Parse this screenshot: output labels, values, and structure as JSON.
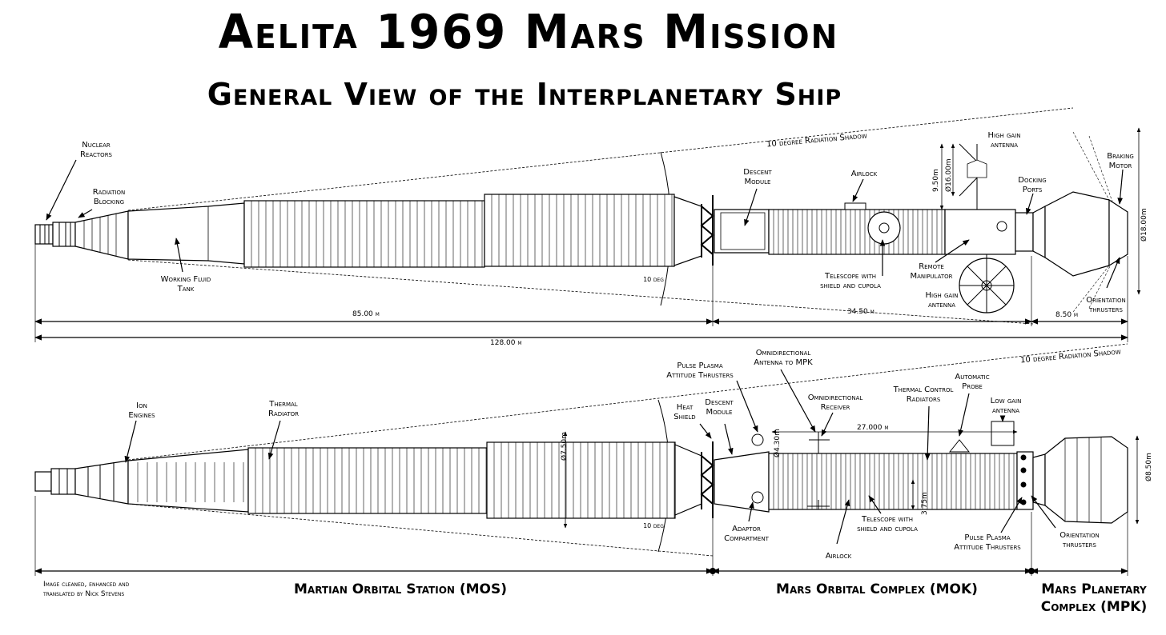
{
  "title": "Aelita 1969 Mars Mission",
  "subtitle": "General View of the Interplanetary Ship",
  "top_view": {
    "labels": {
      "nuclear_reactors": "Nuclear\nReactors",
      "radiation_blocking": "Radiation\nBlocking",
      "working_fluid_tank": "Working Fluid\nTank",
      "radiation_shadow": "10 degree Radiation Shadow",
      "deg_label": "10 deg",
      "descent_module": "Descent\nModule",
      "airlock": "Airlock",
      "telescope": "Telescope with\nshield and cupola",
      "remote_manipulator": "Remote\nManipulator",
      "high_gain_antenna_top": "High gain\nantenna",
      "high_gain_antenna_bottom": "High gain\nantenna",
      "docking_ports": "Docking\nPorts",
      "braking_motor": "Braking\nMotor",
      "orientation_thrusters": "Orientation\nthrusters"
    },
    "dimensions": {
      "mos_length": "85.00 m",
      "mok_length": "34.50 m",
      "mpk_length": "8.50 m",
      "total_length": "128.00 m",
      "height_950": "9.50m",
      "diam_1600": "Ø16.00m",
      "diam_1800": "Ø18.00m"
    }
  },
  "bottom_view": {
    "labels": {
      "ion_engines": "Ion\nEngines",
      "thermal_radiator": "Thermal\nRadiator",
      "pulse_plasma_top": "Pulse Plasma\nAttitude Thrusters",
      "omni_antenna_mpk": "Omnidirectional\nAntenna to MPK",
      "omni_receiver": "Omnidirectional\nReceiver",
      "thermal_control": "Thermal Control\nRadiators",
      "automatic_probe": "Automatic\nProbe",
      "low_gain_antenna": "Low gain\nantenna",
      "radiation_shadow": "10 degree Radiation Shadow",
      "heat_shield": "Heat\nShield",
      "descent_module": "Descent\nModule",
      "adaptor_compartment": "Adaptor\nCompartment",
      "airlock": "Airlock",
      "telescope": "Telescope with\nshield and cupola",
      "pulse_plasma_bottom": "Pulse Plasma\nAttitude Thrusters",
      "orientation_thrusters": "Orientation\nthrusters",
      "deg_label": "10 deg"
    },
    "dimensions": {
      "diam_750": "Ø7.50m",
      "diam_430": "Ø4.30m",
      "length_27": "27.000 m",
      "height_375": "3.75m",
      "diam_850": "Ø8.50m"
    }
  },
  "sections": {
    "mos": "Martian Orbital Station (MOS)",
    "mok": "Mars Orbital Complex (MOK)",
    "mpk": "Mars Planetary\nComplex (MPK)"
  },
  "credit": "Image cleaned, enhanced and\ntranslated by Nick Stevens"
}
